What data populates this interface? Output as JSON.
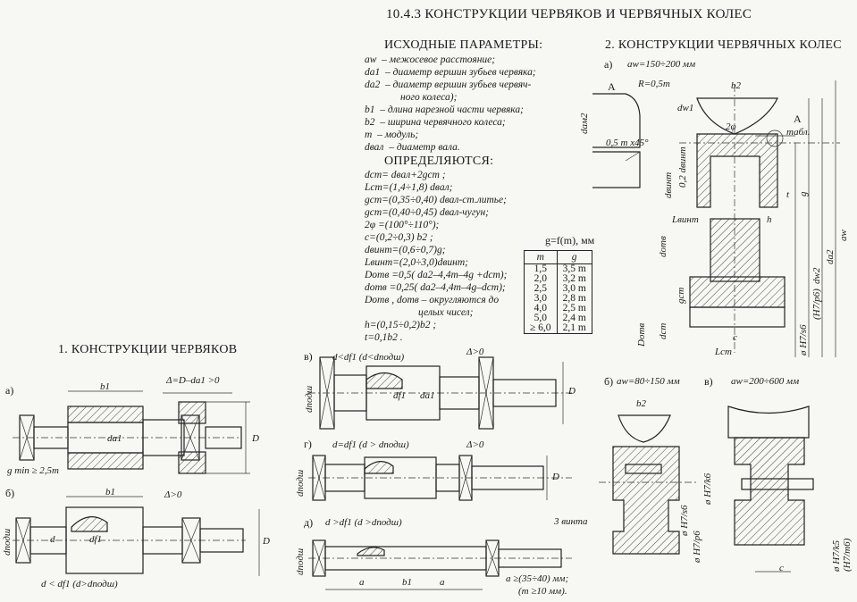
{
  "title": "10.4.3 КОНСТРУКЦИИ ЧЕРВЯКОВ И ЧЕРВЯЧНЫХ КОЛЕС",
  "params": {
    "heading": "ИСХОДНЫЕ ПАРАМЕТРЫ:",
    "items": [
      {
        "sym": "aw",
        "desc": "– межосевое расстояние;"
      },
      {
        "sym": "da1",
        "desc": "– диаметр вершин зубьев червяка;"
      },
      {
        "sym": "da2",
        "desc": "– диаметр вершин зубьев червяч-"
      },
      {
        "sym": "",
        "desc": "ного колеса);"
      },
      {
        "sym": "b1",
        "desc": "– длина нарезной части червяка;"
      },
      {
        "sym": "b2",
        "desc": "– ширина червячного колеса;"
      },
      {
        "sym": "m",
        "desc": "– модуль;"
      },
      {
        "sym": "dвал",
        "desc": "– диаметр вала."
      }
    ]
  },
  "determine": {
    "heading": "ОПРЕДЕЛЯЮТСЯ:",
    "formulas": [
      "dст= dвал+2gст ;",
      "Lст=(1,4÷1,8) dвал;",
      "gст=(0,35÷0,40) dвал-ст.литье;",
      "gст=(0,40÷0,45) dвал-чугун;",
      "2φ =(100°÷110°);",
      "c=(0,2÷0,3) b2 ;",
      "dвинт=(0,6÷0,7)g;",
      "Lвинт=(2,0÷3,0)dвинт;",
      "Dотв =0,5( da2–4,4m–4g +dст);",
      "dотв =0,25( da2–4,4m–4g–dст);",
      "Dотв , dотв – округляются до",
      "целых чисел;",
      "h=(0,15÷0,2)b2 ;",
      "t=0,1b2 ."
    ]
  },
  "table": {
    "caption": "g=f(m), мм",
    "headers": [
      "m",
      "g"
    ],
    "rows": [
      [
        "1,5",
        "3,5 m"
      ],
      [
        "2,0",
        "3,2 m"
      ],
      [
        "2,5",
        "3,0 m"
      ],
      [
        "3,0",
        "2,8 m"
      ],
      [
        "4,0",
        "2,5 m"
      ],
      [
        "5,0",
        "2,4 m"
      ],
      [
        "≥ 6,0",
        "2,1 m"
      ]
    ]
  },
  "section1": {
    "heading": "1. КОНСТРУКЦИИ ЧЕРВЯКОВ",
    "a_label": "а)",
    "a_cond": "Δ=D–da1 >0",
    "a_gmin": "g min ≥ 2,5m",
    "b_label": "б)",
    "b_cond": "Δ>0",
    "b_note": "d < df1  (d>dподш)",
    "v_label": "в)",
    "v_note": "d<df1  (d<dподш)",
    "v_cond": "Δ>0",
    "g_label": "г)",
    "g_note": "d=df1  (d > dподш)",
    "g_cond": "Δ>0",
    "d_label": "д)",
    "d_note": "d >df1  (d >dподш)",
    "d_a": "a ≥(35÷40) мм;",
    "d_m": "(m ≥10 мм).",
    "dim_b1": "b1",
    "dim_D": "D",
    "dim_d": "d",
    "dim_df1": "df1",
    "dim_da1": "da1",
    "dim_dpodsh": "dподш",
    "dim_a": "a"
  },
  "section2": {
    "heading": "2. КОНСТРУКЦИИ ЧЕРВЯЧНЫХ КОЛЕС",
    "a_label": "а)",
    "a_range": "aw=150÷200 мм",
    "detail": "A",
    "detail_R": "R=0,5m",
    "detail_chamfer": "0,5 m x45°",
    "detail_dam2": "dам2",
    "b2": "b2",
    "dw1": "dw1",
    "twophi": "2φ",
    "tabl": "табл.",
    "dvint_02": "0,2 dвинт",
    "dvint": "dвинт",
    "Lvint": "Lвинт",
    "dotv": "dотв",
    "Dotv": "Dотв",
    "dst": "dст",
    "gst": "gст",
    "Lst": "Lст",
    "c": "c",
    "h": "h",
    "g": "g",
    "t": "t",
    "fit1": "ø H7/p6",
    "fit2": "(H7/p6)",
    "fit3": "ø H7/s6",
    "dw2": "dw2",
    "da2": "da2",
    "aw": "aw",
    "b_label": "б)",
    "b_range": "aw=80÷150 мм",
    "b_screws": "3 винта",
    "b_fit1": "ø H7/s6",
    "b_fit2": "ø H7/p6",
    "v_label": "в)",
    "v_range": "aw=200÷600 мм",
    "v_fit1": "ø H7/k6",
    "v_fit2": "ø H7/k5  (H7/m6)"
  }
}
